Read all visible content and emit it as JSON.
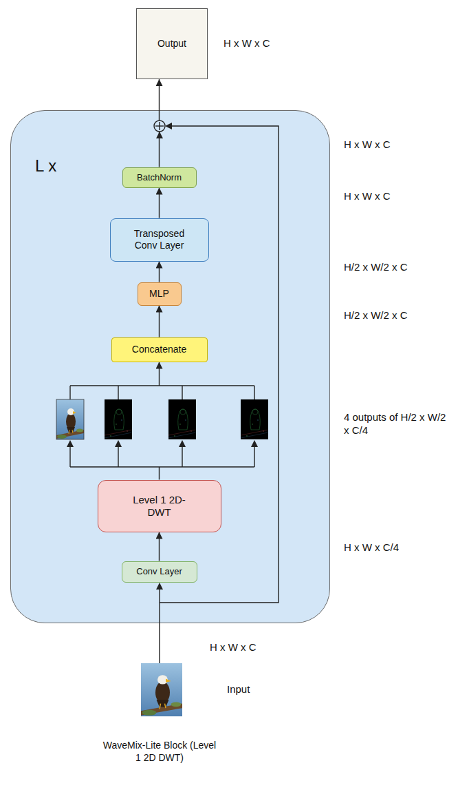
{
  "diagram": {
    "caption": "WaveMix-Lite Block (Level 1 2D DWT)",
    "nodes": [
      {
        "text": [
          "Output"
        ]
      },
      {
        "text": [
          "L x"
        ]
      },
      {
        "text": [
          "BatchNorm"
        ],
        "in": 1
      },
      {
        "text": [
          "Transposed Conv Layer"
        ],
        "in": 1
      },
      {
        "text": [
          "MLP"
        ],
        "in": 1
      },
      {
        "text": [
          "Concatenate"
        ],
        "in": 1
      },
      {
        "text": [
          "Level 1 2D-DWT"
        ],
        "in": 1
      },
      {
        "text": [
          "Conv Layer"
        ],
        "in": 1
      }
    ],
    "edges": [
      {
        "from": 7,
        "to": 6,
        "arrow": "to"
      },
      {
        "from": 6,
        "to": 5,
        "arrow": "to"
      },
      {
        "from": 5,
        "to": 4,
        "arrow": "to"
      },
      {
        "from": 4,
        "to": 3,
        "arrow": "to"
      },
      {
        "from": 3,
        "to": 2,
        "arrow": "to"
      },
      {
        "from": 2,
        "to": 0,
        "arrow": "to"
      }
    ],
    "labels": [
      "H x W x C",
      "H x W x C",
      "H x W x C",
      "H/2 x W/2 x C",
      "H/2 x W/2 x C",
      "4 outputs of H/2 x W/2 x C/4",
      "H x W x C/4",
      "H x W x C",
      "Input"
    ]
  }
}
